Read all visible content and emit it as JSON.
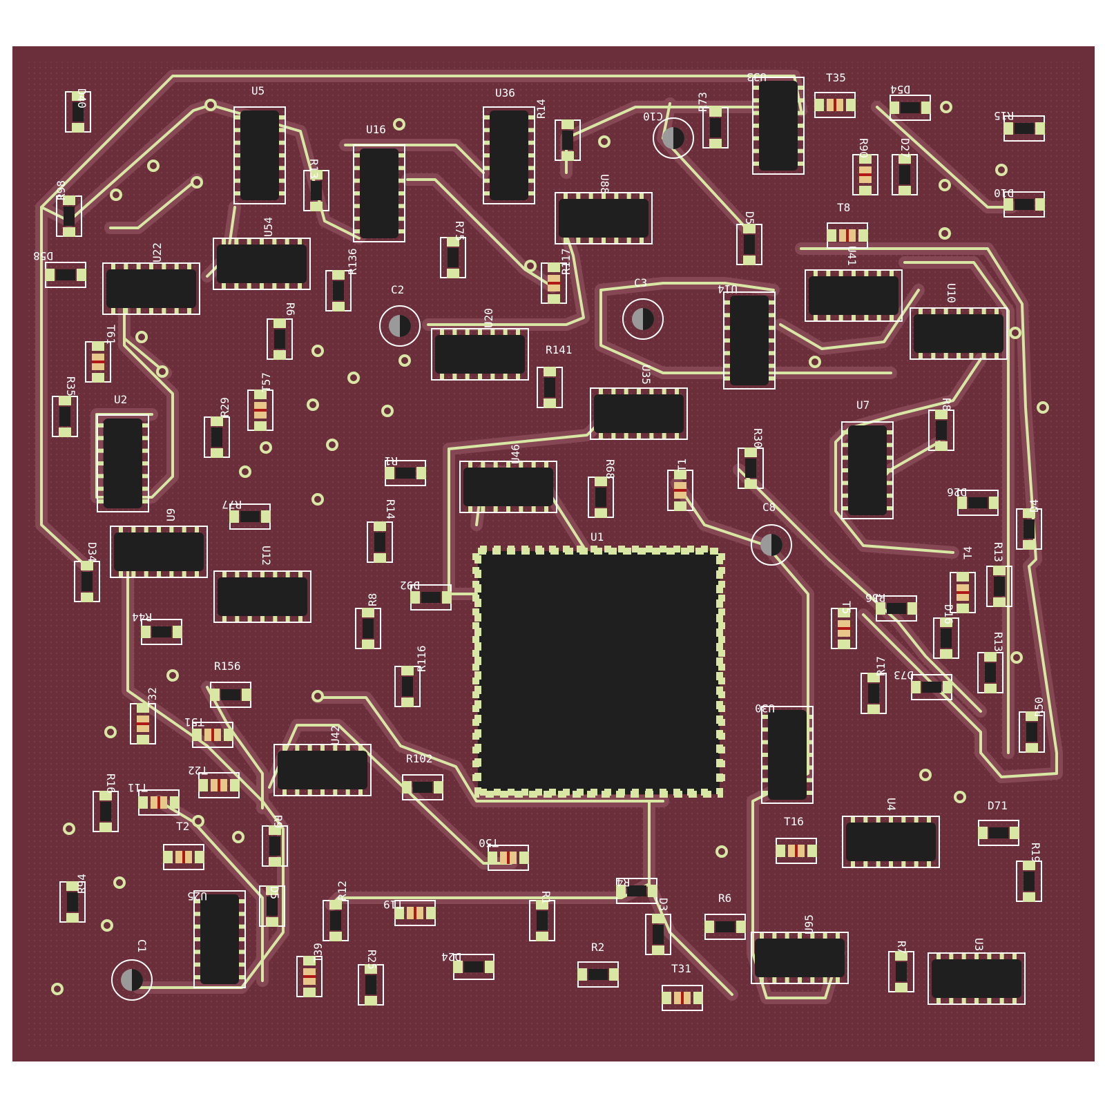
{
  "colors": {
    "board": "#6b2e3b",
    "trace": "#d8e8a4",
    "trace_halo": "#8a4a58",
    "ic_body": "#1f1f1f",
    "silk": "#ffffff",
    "pad": "#d8e8a4",
    "res_pad": "#e8c88a",
    "res_mark": "#b01818",
    "cap_gray": "#9a9a9a"
  },
  "labels": {
    "D40": "D40",
    "U5": "U5",
    "U36": "U36",
    "U16": "U16",
    "U33": "U33",
    "T35": "T35",
    "D54": "D54",
    "R15": "R15",
    "C10": "C10",
    "R13": "R13",
    "R14": "R14",
    "R73": "R73",
    "R90": "R90",
    "D27": "D27",
    "D10": "D10",
    "R98": "R98",
    "U88": "U88",
    "T8": "T8",
    "D5": "D5",
    "R75": "R75",
    "D58": "D58",
    "U22": "U22",
    "U54": "U54",
    "R136": "R136",
    "R117": "R117",
    "U41": "U41",
    "C2": "C2",
    "C3": "C3",
    "U14": "U14",
    "U10": "U10",
    "R6x": "R6",
    "T61": "T61",
    "U20": "U20",
    "R141": "R141",
    "R35": "R35",
    "U2": "U2",
    "R29": "R29",
    "T57": "T57",
    "U35": "U35",
    "U7": "U7",
    "R8": "R8",
    "R1": "R1",
    "U46": "U46",
    "R68": "R68",
    "T1": "T1",
    "R30": "R30",
    "D26": "D26",
    "R77": "R77",
    "R14b": "R14",
    "C8": "C8",
    "D4": "D4",
    "U9": "U9",
    "U1": "U1",
    "D34": "D34",
    "U12": "U12",
    "D92": "D92",
    "R13b": "R13",
    "T4": "T4",
    "R36": "R36",
    "R44": "R44",
    "R8b": "R8",
    "T5": "T5",
    "D16": "D16",
    "R13c": "R13",
    "R116": "R116",
    "R156": "R156",
    "R17": "R17",
    "D73": "D73",
    "T32": "T32",
    "U30": "U30",
    "T51": "T51",
    "U42": "U42",
    "R50": "R50",
    "R102": "R102",
    "R16": "R16",
    "T11": "T11",
    "T22": "T22",
    "T2": "T2",
    "T50": "T50",
    "R9": "R9",
    "T16": "T16",
    "U4": "U4",
    "D71": "D71",
    "R19": "R19",
    "R94": "R94",
    "U25": "U25",
    "D5b": "D5",
    "R4": "R4",
    "R12": "R12",
    "T19": "T19",
    "R1b": "R1",
    "D3": "D3",
    "R6": "R6",
    "U95": "U95",
    "C1": "C1",
    "T39": "T39",
    "R25": "R25",
    "D24": "D24",
    "R2": "R2",
    "T31": "T31",
    "R7": "R7",
    "U3": "U3"
  }
}
